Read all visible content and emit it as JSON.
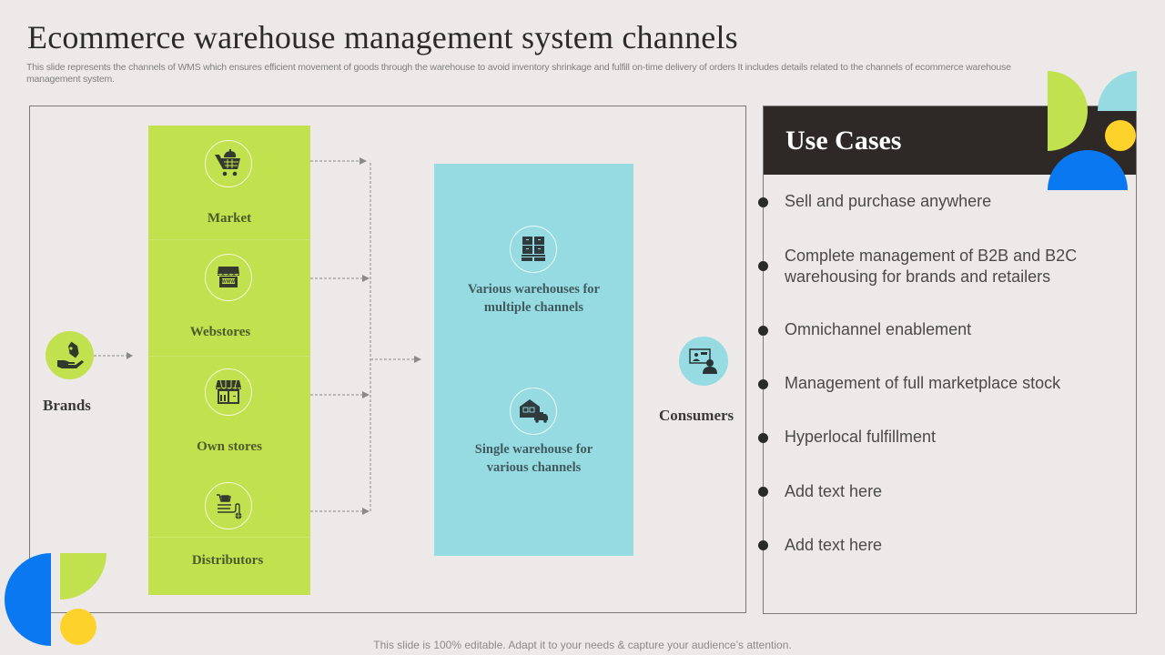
{
  "slide": {
    "title": "Ecommerce warehouse management system channels",
    "subtitle": "This slide represents the channels of WMS which ensures efficient movement of goods through the warehouse to avoid inventory shrinkage  and fulfill on-time delivery of orders It includes details related to the channels of ecommerce warehouse management system.",
    "footer": "This slide is 100% editable. Adapt it to your needs & capture your audience’s attention."
  },
  "colors": {
    "background": "#ede9e8",
    "green": "#c2e14f",
    "cyan": "#97dbe2",
    "dark": "#2e2826",
    "blue": "#0a78f0",
    "yellow": "#fdd22b"
  },
  "diagram": {
    "source": {
      "label": "Brands",
      "icon": "hand-price-tag-icon"
    },
    "channels": [
      {
        "label": "Market",
        "icon": "shopping-cart-icon"
      },
      {
        "label": "Webstores",
        "icon": "web-store-icon"
      },
      {
        "label": "Own stores",
        "icon": "storefront-icon"
      },
      {
        "label": "Distributors",
        "icon": "distribution-cart-icon"
      }
    ],
    "warehouses": [
      {
        "label_line1": "Various warehouses for",
        "label_line2": "multiple  channels",
        "icon": "warehouse-racks-icon"
      },
      {
        "label_line1": "Single warehouse for",
        "label_line2": "various  channels",
        "icon": "warehouse-truck-icon"
      }
    ],
    "destination": {
      "label": "Consumers",
      "icon": "consumer-screen-icon"
    }
  },
  "use_cases": {
    "title": "Use Cases",
    "items": [
      {
        "line1": "Sell and purchase anywhere",
        "line2": ""
      },
      {
        "line1": "Complete management of B2B and B2C",
        "line2": "warehousing for brands and retailers"
      },
      {
        "line1": "Omnichannel enablement",
        "line2": ""
      },
      {
        "line1": "Management of full marketplace stock",
        "line2": ""
      },
      {
        "line1": "Hyperlocal fulfillment",
        "line2": ""
      },
      {
        "line1": "Add text here",
        "line2": ""
      },
      {
        "line1": "Add text here",
        "line2": ""
      }
    ]
  }
}
